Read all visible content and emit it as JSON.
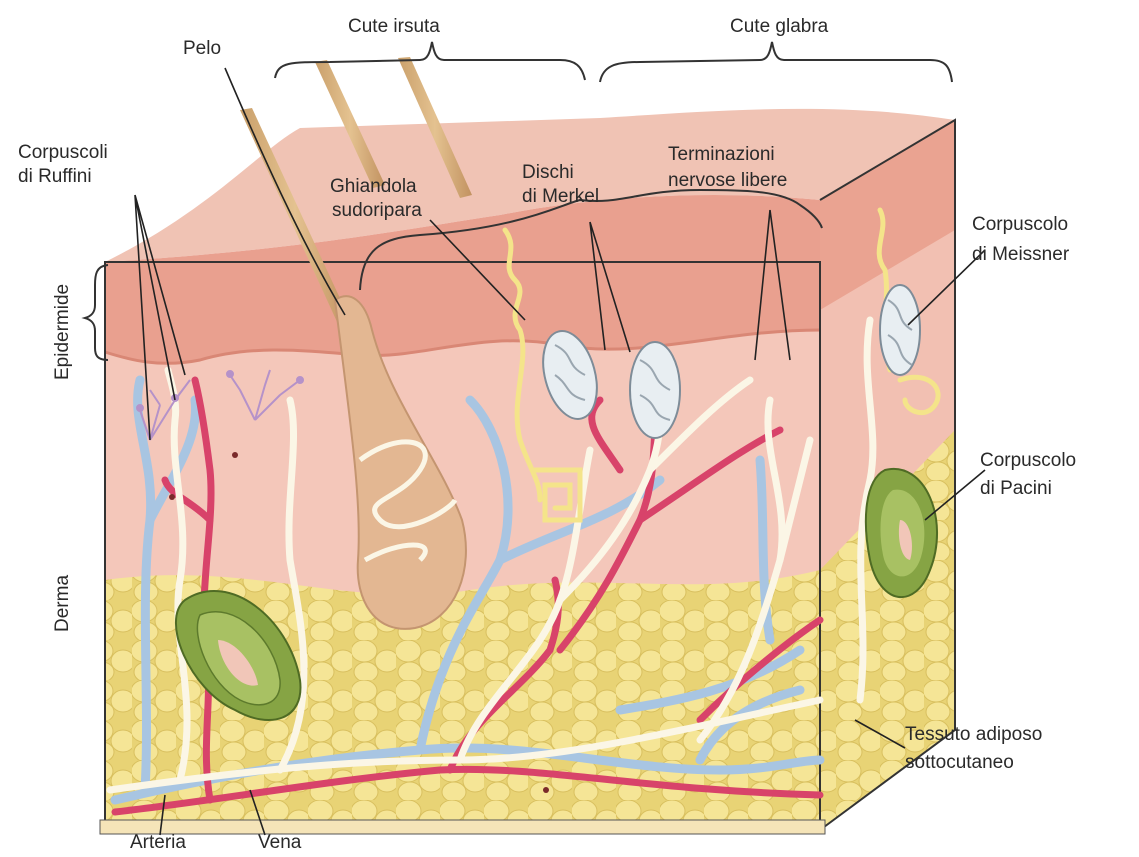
{
  "labels": {
    "pelo": "Pelo",
    "cute_irsuta": "Cute irsuta",
    "cute_glabra": "Cute glabra",
    "corpuscoli_ruffini_1": "Corpuscoli",
    "corpuscoli_ruffini_2": "di Ruffini",
    "ghiandola_1": "Ghiandola",
    "ghiandola_2": "sudoripara",
    "dischi_1": "Dischi",
    "dischi_2": "di Merkel",
    "terminazioni_1": "Terminazioni",
    "terminazioni_2": "nervose libere",
    "meissner_1": "Corpuscolo",
    "meissner_2": "di Meissner",
    "pacini_1": "Corpuscolo",
    "pacini_2": "di Pacini",
    "tessuto_1": "Tessuto adiposo",
    "tessuto_2": "sottocutaneo",
    "arteria": "Arteria",
    "vena": "Vena",
    "epidermide": "Epidermide",
    "derma": "Derma"
  },
  "colors": {
    "epidermis": "#efb3a2",
    "dermis": "#f4c2b6",
    "fat": "#eedc84",
    "fat_lobule": "#f6e79a",
    "artery": "#d9436b",
    "vein": "#a9c6e3",
    "nerve": "#fbf6e6",
    "hair": "#d6a86e",
    "pacini": "#7f9e3e",
    "sweat_gland": "#f4e48a"
  }
}
